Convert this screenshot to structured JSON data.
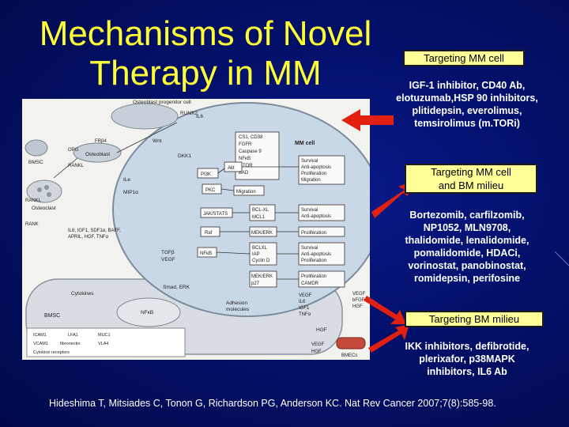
{
  "title": {
    "line1": "Mechanisms of Novel",
    "line2": "Therapy in MM"
  },
  "targets": [
    {
      "label": "Targeting MM cell",
      "agents": [
        "IGF-1 inhibitor, CD40 Ab,",
        "elotuzumab,HSP 90 inhibitors,",
        "plitidepsin, everolimus,",
        "temsirolimus (m.TORi)"
      ]
    },
    {
      "label_line1": "Targeting MM cell",
      "label_line2": "and BM milieu",
      "agents": [
        "Bortezomib, carfilzomib,",
        "NP1052, MLN9708,",
        "thalidomide, lenalidomide,",
        "pomalidomide, HDACi,",
        "vorinostat, panobinostat,",
        "romidepsin, perifosine"
      ]
    },
    {
      "label": "Targeting BM milieu",
      "agents": [
        "IKK inhibitors, defibrotide,",
        "plerixafor, p38MAPK",
        "inhibitors, IL6 Ab"
      ]
    }
  ],
  "diagram": {
    "mm_cell": "MM cell",
    "bmsc_top": "BMSC",
    "bmsc_bottom": "BMSC",
    "osteoblast_progenitor": "Osteoblast progenitor cell",
    "osteoblast": "Osteoblast",
    "osteoclast": "Osteoclast",
    "runx2": "RUNX2",
    "il6_top": "IL6",
    "frb4": "FRβ4",
    "wnt": "Wnt",
    "dkk1": "DKK1",
    "opg": "OPG",
    "rankl_top": "RANKL",
    "ile": "ILe",
    "mip1a": "MIP1α",
    "rank": "RANK",
    "rankl_left": "RANKL",
    "ligands": [
      "IL6, IGF1, SDF1α, BAFF,",
      "APRIL, HGF, TNFα"
    ],
    "tgfb": "TGFβ",
    "vegf": "VEGF",
    "receptors": [
      "CS1, CD38",
      "FGFR",
      "Caspase 9",
      "NFκB",
      "mTOR",
      "BAD"
    ],
    "akt": "Akt",
    "pi3k": "PI3K",
    "pkc": "PKC",
    "migration_mid": "Migration",
    "jak": "JAK/STATS",
    "bcl": "BCL-XL",
    "mcl": "MCL1",
    "raf": "Raf",
    "mekerk": "MEK/ERK",
    "nfkb": "NFκB",
    "bclxl_block": [
      "BCLXL",
      "IAP",
      "Cyclin D"
    ],
    "mekerk_p27": [
      "MEK/ERK",
      "p27"
    ],
    "outputs": [
      [
        "Survival",
        "Anti-apoptosis",
        "Proliferation",
        "Migration"
      ],
      [
        "Survival",
        "Anti-apoptosis"
      ],
      [
        "Proliferation"
      ],
      [
        "Survival",
        "Anti-apoptosis",
        "Proliferation"
      ],
      [
        "Proliferation",
        "CAMDR"
      ]
    ],
    "right_ligands": [
      "VEGF",
      "bFGF",
      "HGF"
    ],
    "right_ligands2": [
      "VEGF",
      "IL6",
      "IGF1",
      "TNFα"
    ],
    "smad": "Smad, ERK",
    "cytokines": "Cytokines",
    "nfkb_bottom": "NFκB",
    "adhesion": [
      "Adhesion",
      "molecules"
    ],
    "hgf": "HGF",
    "bmecs": "BMECs",
    "vegf_bottom": "VEGF",
    "hgf_bottom": "HGF",
    "legend": [
      [
        "ICAM1",
        "LFA1",
        "MUC1"
      ],
      [
        "VCAM1",
        "fibronectin",
        "VLA4"
      ],
      [
        "Cytokine receptors"
      ]
    ]
  },
  "citation": "Hideshima T, Mitsiades C, Tonon G, Richardson PG, Anderson KC. Nat Rev Cancer 2007;7(8):585-98.",
  "colors": {
    "title": "#ffff33",
    "label_box": "#ffff99",
    "arrow": "#e02010",
    "background": "#03106a"
  }
}
